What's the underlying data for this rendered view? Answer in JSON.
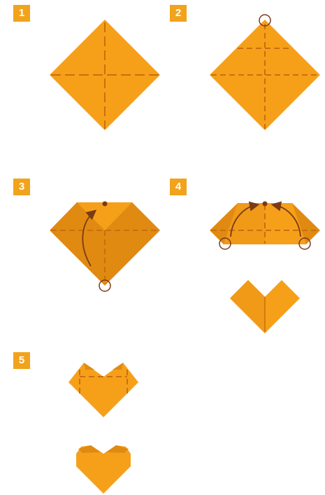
{
  "steps": [
    {
      "number": "1"
    },
    {
      "number": "2"
    },
    {
      "number": "3"
    },
    {
      "number": "4"
    },
    {
      "number": "5"
    }
  ],
  "colors": {
    "badge": "#f2a31c",
    "paper_light": "#f6a01a",
    "paper_dark": "#e08a12",
    "paper_shade": "#d98612",
    "crease": "#c96f0c",
    "marker": "#7a3a14"
  }
}
